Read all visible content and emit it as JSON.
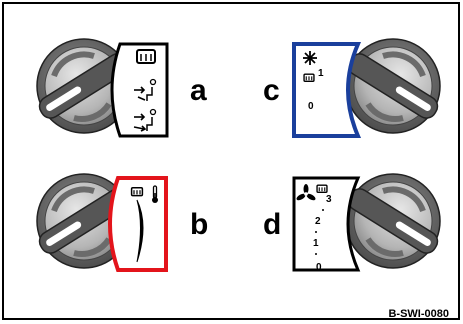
{
  "panels": [
    {
      "letter": "a",
      "panel_color": "#000000",
      "icons": [
        "rear-defrost-icon",
        "feet-airflow-icon",
        "face-and-feet-airflow-icon"
      ]
    },
    {
      "letter": "b",
      "panel_color": "#e3141b",
      "icons": [
        "rear-defrost-icon",
        "thermometer-icon"
      ]
    },
    {
      "letter": "c",
      "panel_color": "#1a3f9c",
      "icons": [
        "snowflake-icon",
        "rear-defrost-icon"
      ],
      "scale": [
        "1",
        "0"
      ]
    },
    {
      "letter": "d",
      "panel_color": "#000000",
      "icons": [
        "fan-icon",
        "rear-defrost-icon"
      ],
      "scale": [
        "3",
        "2",
        "1",
        "0"
      ]
    }
  ],
  "reference_code": "B-SWI-0080",
  "colors": {
    "frame": "#000000",
    "knob_light": "#d8d8d8",
    "knob_dark": "#5a5a5a"
  }
}
